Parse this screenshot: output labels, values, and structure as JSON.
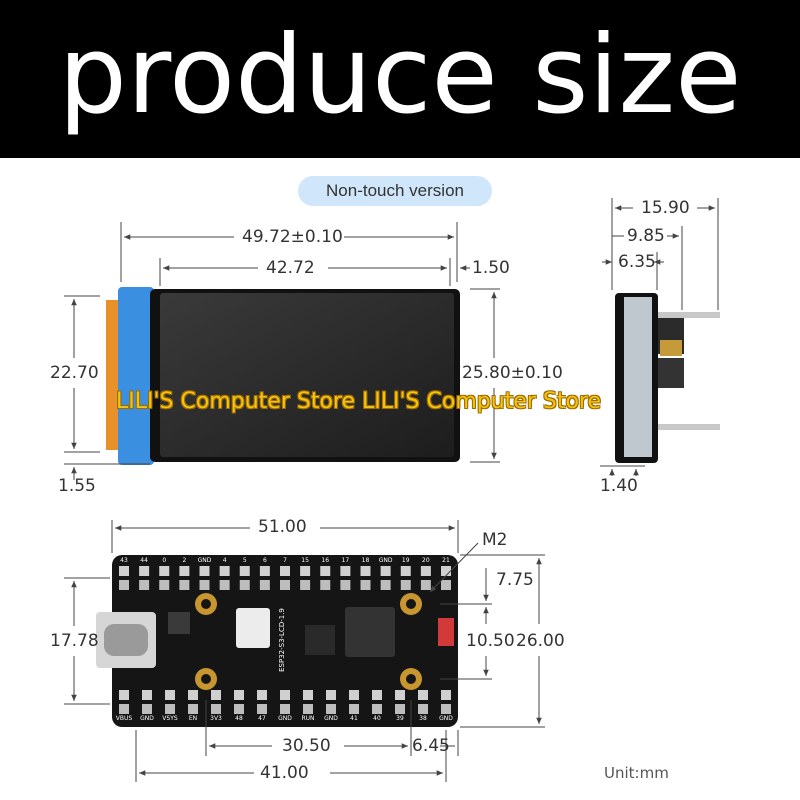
{
  "banner": {
    "title": "produce size"
  },
  "badge": {
    "label": "Non-touch version"
  },
  "dims": {
    "top_width": "49.72±0.10",
    "screen_width": "42.72",
    "edge_offset": "1.50",
    "left_height": "22.70",
    "right_height": "25.80±0.10",
    "bottom_offset": "1.55",
    "side_total": "15.90",
    "side_mid": "9.85",
    "side_small": "6.35",
    "side_bottom": "1.40",
    "board_width": "51.00",
    "mount_hole": "M2",
    "hole_offset_v": "7.75",
    "board_left_height": "17.78",
    "hole_spacing_v": "10.50",
    "board_height": "26.00",
    "hole_spacing_h": "30.50",
    "hole_offset_h": "6.45",
    "pin_span": "41.00"
  },
  "unit": "Unit:mm",
  "watermark": "LILI'S Computer Store LILI'S Computer Store",
  "board_silkscreen": {
    "top_pins": [
      "43",
      "44",
      "0",
      "2",
      "GND",
      "4",
      "5",
      "6",
      "7",
      "15",
      "16",
      "17",
      "18",
      "GND",
      "19",
      "20",
      "21"
    ],
    "bottom_pins": [
      "VBUS",
      "GND",
      "VSYS",
      "EN",
      "3V3",
      "48",
      "47",
      "GND",
      "RUN",
      "GND",
      "41",
      "40",
      "39",
      "38",
      "GND"
    ],
    "chip_label": "ESP32-S3-LCD-1.9"
  },
  "colors": {
    "banner": "#000000",
    "badge": "#cfe6fb",
    "board": "#141414",
    "screen": "#2b2b2b",
    "bezel_blue": "#3b8fe0",
    "flex_orange": "#f08a24",
    "watermark": "#f1c40f"
  }
}
